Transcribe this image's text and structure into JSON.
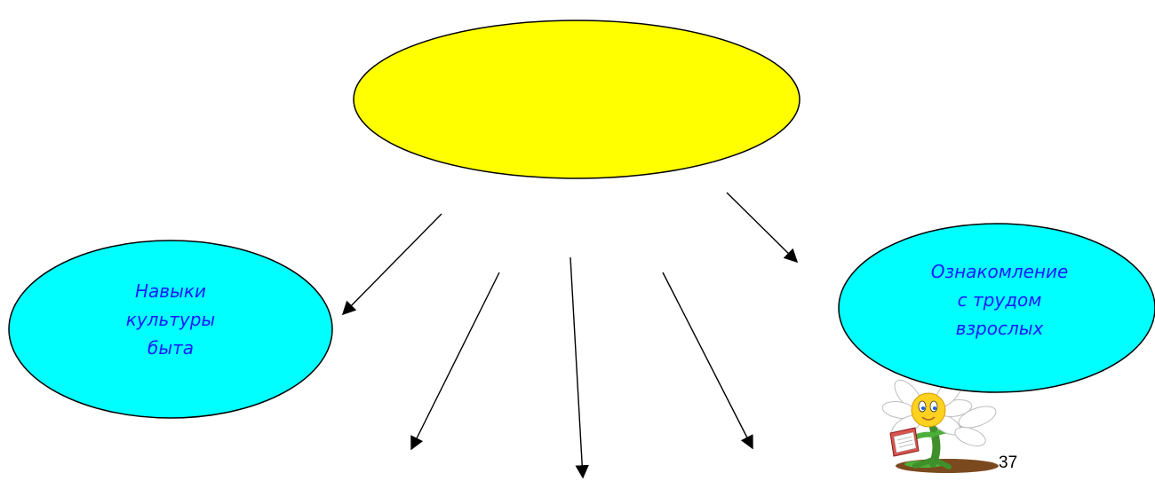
{
  "diagram": {
    "top_node": {
      "lines": []
    },
    "left_node": {
      "lines": [
        "Навыки",
        "культуры",
        "быта"
      ]
    },
    "right_node": {
      "lines": [
        "Ознакомление",
        "с трудом",
        "взрослых"
      ]
    },
    "colors": {
      "top_fill": "#ffff00",
      "child_fill": "#00ffff",
      "label_text": "#1a1aff",
      "stroke": "#000000"
    },
    "mascot_icon": "daisy-reading-book-icon"
  },
  "page_number": "37"
}
